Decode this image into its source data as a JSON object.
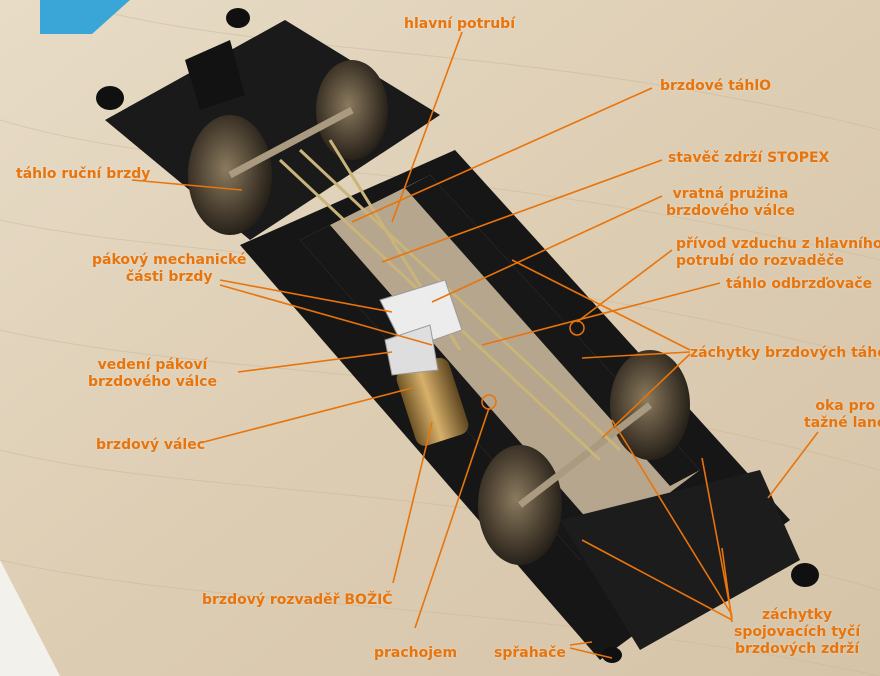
{
  "colors": {
    "label": "#e8740c",
    "leader": "#e8740c",
    "wood": "#e2d4bd",
    "frame": "#151515",
    "brass": "#b8964f",
    "wheel": "#4a3f30"
  },
  "labels": {
    "hlavni_potrubi": "hlavní potrubí",
    "brzdove_tahlo": "brzdové táhlO",
    "tahlo_rucni_brzdy": "táhlo ruční brzdy",
    "staver_zdrzi": "stavěč zdrží STOPEX",
    "vratna_pruzina_1": "vratná pružina",
    "vratna_pruzina_2": "brzdového válce",
    "pakovy_mech_1": "pákový mechanické",
    "pakovy_mech_2": "části brzdy",
    "privod_1": "přívod vzduchu z hlavního",
    "privod_2": "potrubí do rozvaděče",
    "tahlo_odbrzdovace": "táhlo odbrzďovače",
    "zachytky_tahel": "záchytky brzdových táhel",
    "vedeni_1": "vedení pákoví",
    "vedeni_2": "brzdového válce",
    "oka_1": "oka pro",
    "oka_2": "tažné lano",
    "brzdovy_valec": "brzdový válec",
    "rozvadec": "brzdový rozvaděř BOŽIČ",
    "prachojem": "prachojem",
    "sprahace": "spřahače",
    "zachytky_spoj_1": "záchytky",
    "zachytky_spoj_2": "spojovacích tyčí",
    "zachytky_spoj_3": "brzdových zdrží"
  }
}
